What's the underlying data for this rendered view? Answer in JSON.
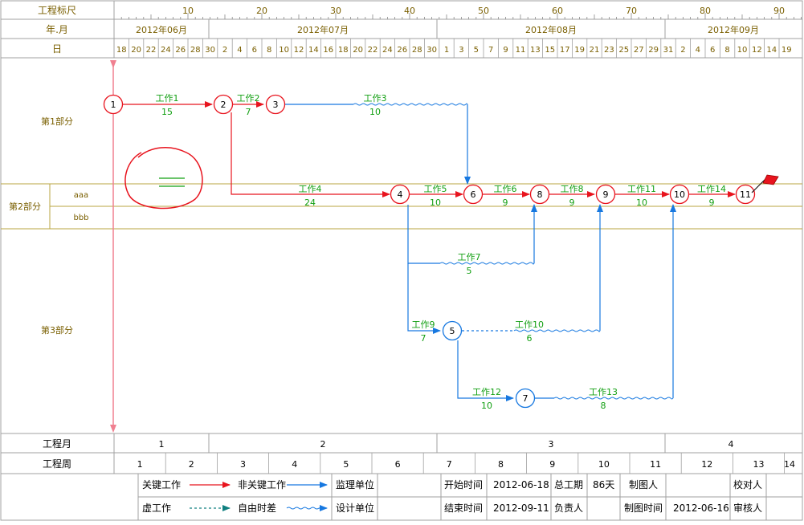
{
  "header": {
    "scale_label": "工程标尺",
    "month_label": "年.月",
    "day_label": "日",
    "scale_ticks": [
      "10",
      "20",
      "30",
      "40",
      "50",
      "60",
      "70",
      "80",
      "90"
    ],
    "months": [
      "2012年06月",
      "2012年07月",
      "2012年08月",
      "2012年09月"
    ],
    "days": [
      "18",
      "20",
      "22",
      "24",
      "26",
      "28",
      "30",
      "2",
      "4",
      "6",
      "8",
      "10",
      "12",
      "14",
      "16",
      "18",
      "20",
      "22",
      "24",
      "26",
      "28",
      "30",
      "1",
      "3",
      "5",
      "7",
      "9",
      "11",
      "13",
      "15",
      "17",
      "19",
      "21",
      "23",
      "25",
      "27",
      "29",
      "31",
      "2",
      "4",
      "6",
      "8",
      "10",
      "12",
      "14",
      "19"
    ]
  },
  "sections": {
    "part1": "第1部分",
    "part2": "第2部分",
    "part2_sub": [
      "aaa",
      "bbb"
    ],
    "part3": "第3部分"
  },
  "nodes": [
    "1",
    "2",
    "3",
    "4",
    "5",
    "6",
    "7",
    "8",
    "9",
    "10",
    "11"
  ],
  "tasks": [
    {
      "name": "工作1",
      "duration": "15"
    },
    {
      "name": "工作2",
      "duration": "7"
    },
    {
      "name": "工作3",
      "duration": "10"
    },
    {
      "name": "工作4",
      "duration": "24"
    },
    {
      "name": "工作5",
      "duration": "10"
    },
    {
      "name": "工作6",
      "duration": "9"
    },
    {
      "name": "工作7",
      "duration": "5"
    },
    {
      "name": "工作8",
      "duration": "9"
    },
    {
      "name": "工作9",
      "duration": "7"
    },
    {
      "name": "工作10",
      "duration": "6"
    },
    {
      "name": "工作11",
      "duration": "10"
    },
    {
      "name": "工作12",
      "duration": "10"
    },
    {
      "name": "工作13",
      "duration": "8"
    },
    {
      "name": "工作14",
      "duration": "9"
    }
  ],
  "footer": {
    "project_month_label": "工程月",
    "project_months": [
      "1",
      "2",
      "3",
      "4"
    ],
    "project_week_label": "工程周",
    "project_weeks": [
      "1",
      "2",
      "3",
      "4",
      "5",
      "6",
      "7",
      "8",
      "9",
      "10",
      "11",
      "12",
      "13",
      "14"
    ],
    "legend": {
      "critical": "关键工作",
      "non_critical": "非关键工作",
      "dummy": "虚工作",
      "free_float": "自由时差",
      "supervisor": "监理单位",
      "designer": "设计单位"
    },
    "info": {
      "start_label": "开始时间",
      "start_value": "2012-06-18",
      "end_label": "结束时间",
      "end_value": "2012-09-11",
      "duration_label": "总工期",
      "duration_value": "86天",
      "owner_label": "负责人",
      "drafter_label": "制图人",
      "draw_time_label": "制图时间",
      "draw_time_value": "2012-06-16",
      "checker_label": "校对人",
      "reviewer_label": "审核人"
    }
  },
  "colors": {
    "critical": "#e8141e",
    "non_critical": "#1778e0",
    "task_label": "#13a013",
    "header_text": "#7a5f00",
    "section_line": "#b9a640",
    "grid": "#a0a0a0",
    "time_axis": "#f08090"
  }
}
